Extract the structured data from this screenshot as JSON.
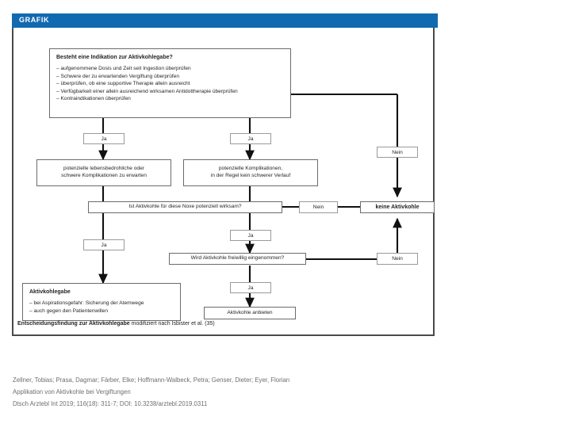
{
  "figure": {
    "header_label": "GRAFIK",
    "caption_bold": "Entscheidungsfindung zur Aktivkohlegabe",
    "caption_rest": " modifiziert nach Isbister et al. (35)"
  },
  "nodes": {
    "top_question": {
      "title": "Besteht eine Indikation zur Aktivkohlegabe?",
      "bullets": [
        "– aufgenommene Dosis und Zeit seit Ingestion überprüfen",
        "– Schwere der zu erwartenden Vergiftung überprüfen",
        "– überprüfen, ob eine supportive Therapie allein ausreicht",
        "– Verfügbarkeit einer allein ausreichend wirksamen Antidottherapie überprüfen",
        "– Kontraindikationen überprüfen"
      ]
    },
    "severe": {
      "line1": "potenzielle lebensbedrohliche oder",
      "line2": "schwere Komplikationen zu erwarten"
    },
    "mild": {
      "line1": "potenzielle Komplikationen,",
      "line2": "in der Regel kein schwerer Verlauf"
    },
    "effective_question": {
      "text": "Ist Aktivkohle für diese Noxe potenziell wirksam?"
    },
    "voluntary_question": {
      "text": "Wird Aktivkohle freiwillig eingenommen?"
    },
    "no_charcoal": {
      "text": "keine Aktivkohle"
    },
    "offer_charcoal": {
      "text": "Aktivkohle anbieten"
    },
    "administer": {
      "title": "Aktivkohlegabe",
      "bullets": [
        "– bei Aspirationsgefahr: Sicherung der Atemwege",
        "– auch gegen den Patientenwillen"
      ]
    }
  },
  "edge_labels": {
    "ja_left": "Ja",
    "ja_mid": "Ja",
    "nein_top_right": "Nein",
    "nein_effective": "Nein",
    "ja_effective": "Ja",
    "ja_severe_down": "Ja",
    "ja_voluntary": "Ja",
    "nein_voluntary": "Nein"
  },
  "citation": {
    "authors": "Zellner, Tobias; Prasa, Dagmar; Färber, Elke; Hoffmann-Walbeck, Petra; Genser, Dieter; Eyer, Florian",
    "title": "Applikation von Aktivkohle bei Vergiftungen",
    "source": "Dtsch Arztebl Int 2019; 116(18): 311-7; DOI: 10.3238/arztebl.2019.0311"
  },
  "colors": {
    "header_blue": "#1169b0",
    "frame_gray": "#4a4a4a",
    "text_dark": "#231f20",
    "citation_gray": "#6f6f6f"
  }
}
